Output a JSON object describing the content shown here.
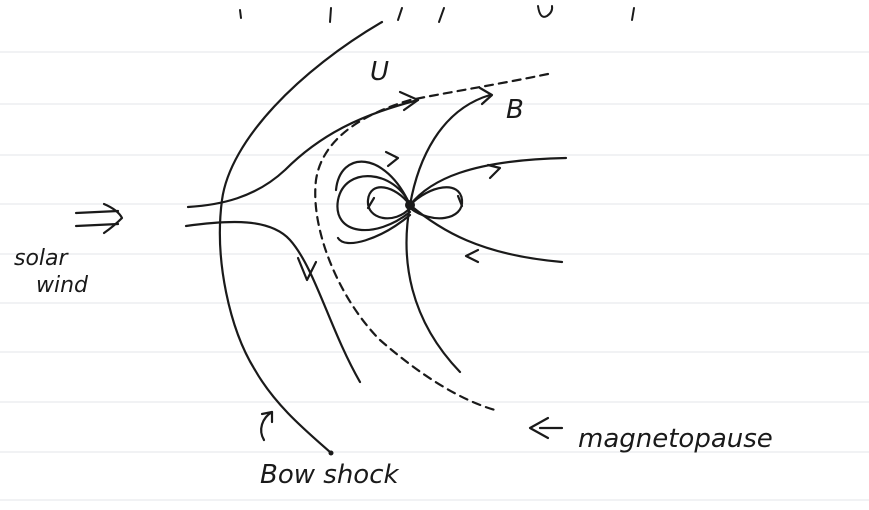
{
  "labels": {
    "solar_wind": [
      "solar",
      "wind"
    ],
    "flow_velocity": "U",
    "magnetic_field": "B",
    "bow_shock": "Bow shock",
    "magnetopause": "magnetopause"
  },
  "colors": {
    "ink": "#1a1a1a",
    "paper": "#ffffff",
    "rule_lines": "#e3e6ea"
  },
  "icons": {
    "solar_wind_arrow": "double-arrow-right",
    "magnetopause_pointer": "double-arrow-left"
  }
}
